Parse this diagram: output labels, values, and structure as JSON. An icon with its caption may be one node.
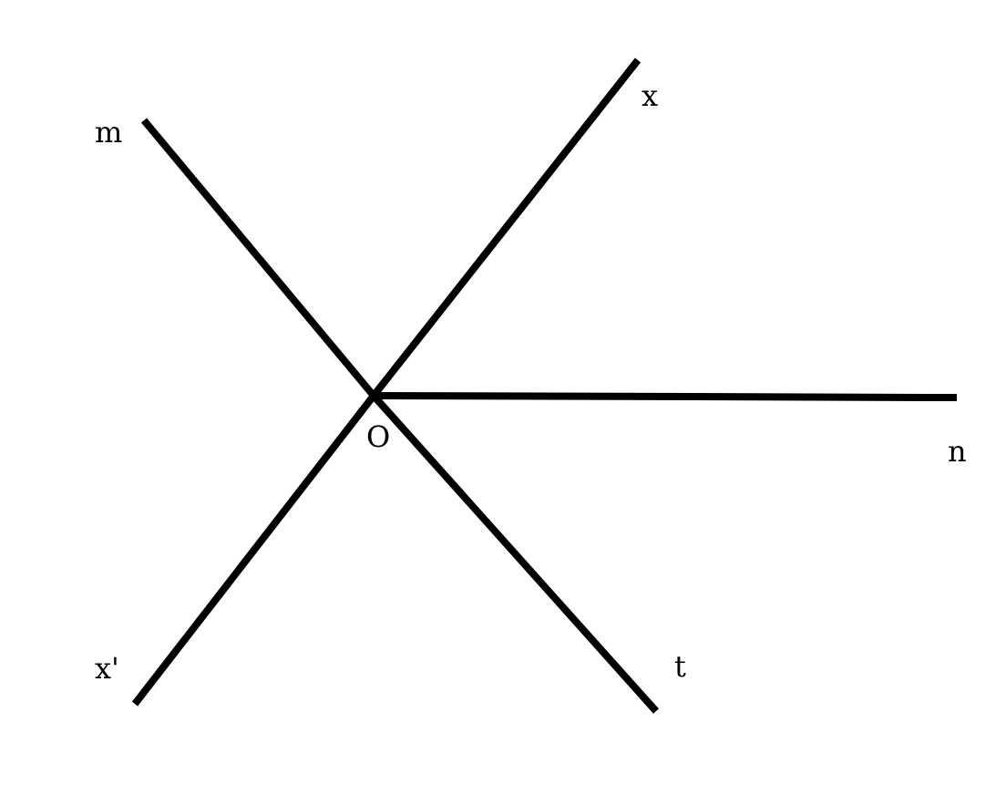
{
  "diagram": {
    "nodes": [
      {
        "text": [
          "O"
        ]
      },
      {
        "text": [
          "m"
        ]
      },
      {
        "text": [
          "x"
        ]
      },
      {
        "text": [
          "n"
        ]
      },
      {
        "text": [
          "t"
        ]
      },
      {
        "text": [
          "x'"
        ]
      }
    ],
    "edges": [
      {
        "from": 0,
        "to": 1,
        "arrow": "none"
      },
      {
        "from": 0,
        "to": 2,
        "arrow": "none"
      },
      {
        "from": 0,
        "to": 3,
        "arrow": "none"
      },
      {
        "from": 0,
        "to": 4,
        "arrow": "none"
      },
      {
        "from": 0,
        "to": 5,
        "arrow": "none"
      }
    ]
  }
}
